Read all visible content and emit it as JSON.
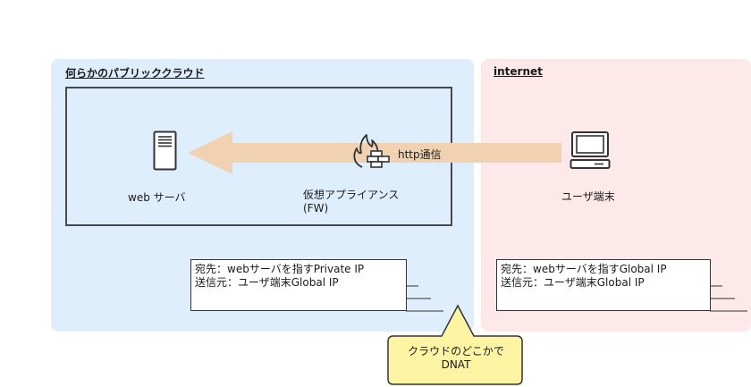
{
  "regions": {
    "cloud_title": "何らかのパブリッククラウド",
    "internet_title": "internet"
  },
  "nodes": {
    "web_server": "web サーバ",
    "appliance_line1": "仮想アプライアンス",
    "appliance_line2": "(FW)",
    "user_terminal": "ユーザ端末"
  },
  "flow": {
    "label": "http通信"
  },
  "notes": {
    "cloud_line1": "宛先：webサーバを指すPrivate IP",
    "cloud_line2": "送信元：ユーザ端末Global IP",
    "internet_line1": "宛先：webサーバを指すGlobal IP",
    "internet_line2": "送信元：ユーザ端末Global IP"
  },
  "callout": {
    "line1": "クラウドのどこかで",
    "line2": "DNAT"
  },
  "colors": {
    "cloud_bg": "#dfeefd",
    "internet_bg": "#fde9ea",
    "arrow": "#f0d2b2",
    "callout_bg": "#fff4a3"
  },
  "icons": [
    "server-icon",
    "firewall-icon",
    "desktop-computer-icon"
  ]
}
